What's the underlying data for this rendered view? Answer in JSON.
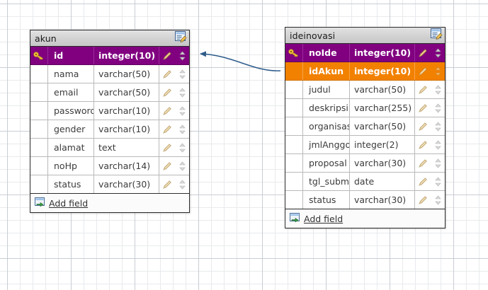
{
  "canvas": {
    "background_color": "#ffffff",
    "grid_color": "#e8eaed",
    "grid_major_color": "#c9cdd4"
  },
  "relation": {
    "name": "relation-akun-ideinovasi",
    "color": "#2e5c8a",
    "from_table": "ideinovasi",
    "from_field": "idAkun",
    "to_table": "akun",
    "to_field": "id",
    "arrow_direction": "left"
  },
  "icons": {
    "key": "key-icon",
    "pencil": "pencil-icon",
    "sort": "sort-updown-icon",
    "table_edit": "table-edit-icon",
    "add_field": "add-field-icon"
  },
  "tables": [
    {
      "id": "akun",
      "title": "akun",
      "add_field_label": "Add field",
      "fields": [
        {
          "key": "primary",
          "name": "id",
          "type": "integer(10)"
        },
        {
          "key": "none",
          "name": "nama",
          "type": "varchar(50)"
        },
        {
          "key": "none",
          "name": "email",
          "type": "varchar(50)"
        },
        {
          "key": "none",
          "name": "password",
          "type": "varchar(10)"
        },
        {
          "key": "none",
          "name": "gender",
          "type": "varchar(10)"
        },
        {
          "key": "none",
          "name": "alamat",
          "type": "text"
        },
        {
          "key": "none",
          "name": "noHp",
          "type": "varchar(14)"
        },
        {
          "key": "none",
          "name": "status",
          "type": "varchar(30)"
        }
      ]
    },
    {
      "id": "ideinovasi",
      "title": "ideinovasi",
      "add_field_label": "Add field",
      "fields": [
        {
          "key": "primary",
          "name": "noIde",
          "type": "integer(10)"
        },
        {
          "key": "foreign",
          "name": "idAkun",
          "type": "integer(10)"
        },
        {
          "key": "none",
          "name": "judul",
          "type": "varchar(50)"
        },
        {
          "key": "none",
          "name": "deskripsi",
          "type": "varchar(255)"
        },
        {
          "key": "none",
          "name": "organisasi",
          "type": "varchar(50)"
        },
        {
          "key": "none",
          "name": "jmlAnggota",
          "type": "integer(2)"
        },
        {
          "key": "none",
          "name": "proposal",
          "type": "varchar(30)"
        },
        {
          "key": "none",
          "name": "tgl_submit",
          "type": "date"
        },
        {
          "key": "none",
          "name": "status",
          "type": "varchar(30)"
        }
      ]
    }
  ]
}
